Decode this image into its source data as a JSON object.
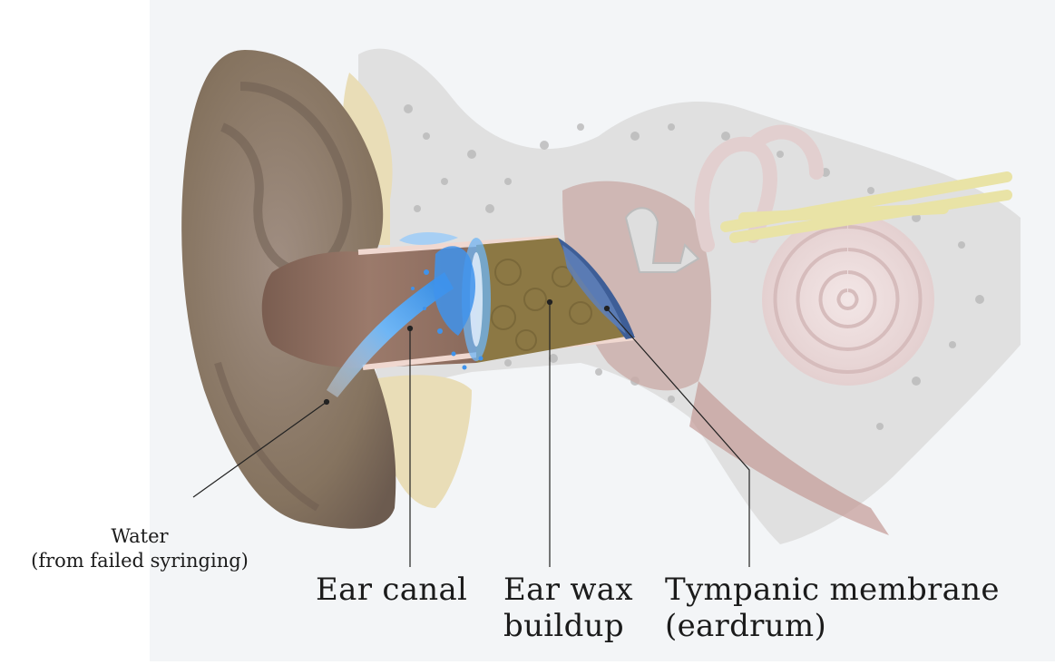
{
  "labels": {
    "water": {
      "line1": "Water",
      "line2": "(from failed syringing)"
    },
    "ear_canal": "Ear canal",
    "ear_wax": {
      "line1": "Ear wax",
      "line2": "buildup"
    },
    "tympanic": {
      "line1": "Tympanic membrane",
      "line2": "(eardrum)"
    }
  },
  "colors": {
    "background": "#f3f5f7",
    "skin": "#8a776a",
    "canal": "#8f6f60",
    "wax": "#8f7a45",
    "water": "#5aa7ef",
    "eardrum": "#3f5e96",
    "bone": "#d9d9d9",
    "fat": "#e8dcb8",
    "cochlea": "#ecdede",
    "leader_line": "#222222"
  },
  "icons": [
    "ear-illustration"
  ]
}
